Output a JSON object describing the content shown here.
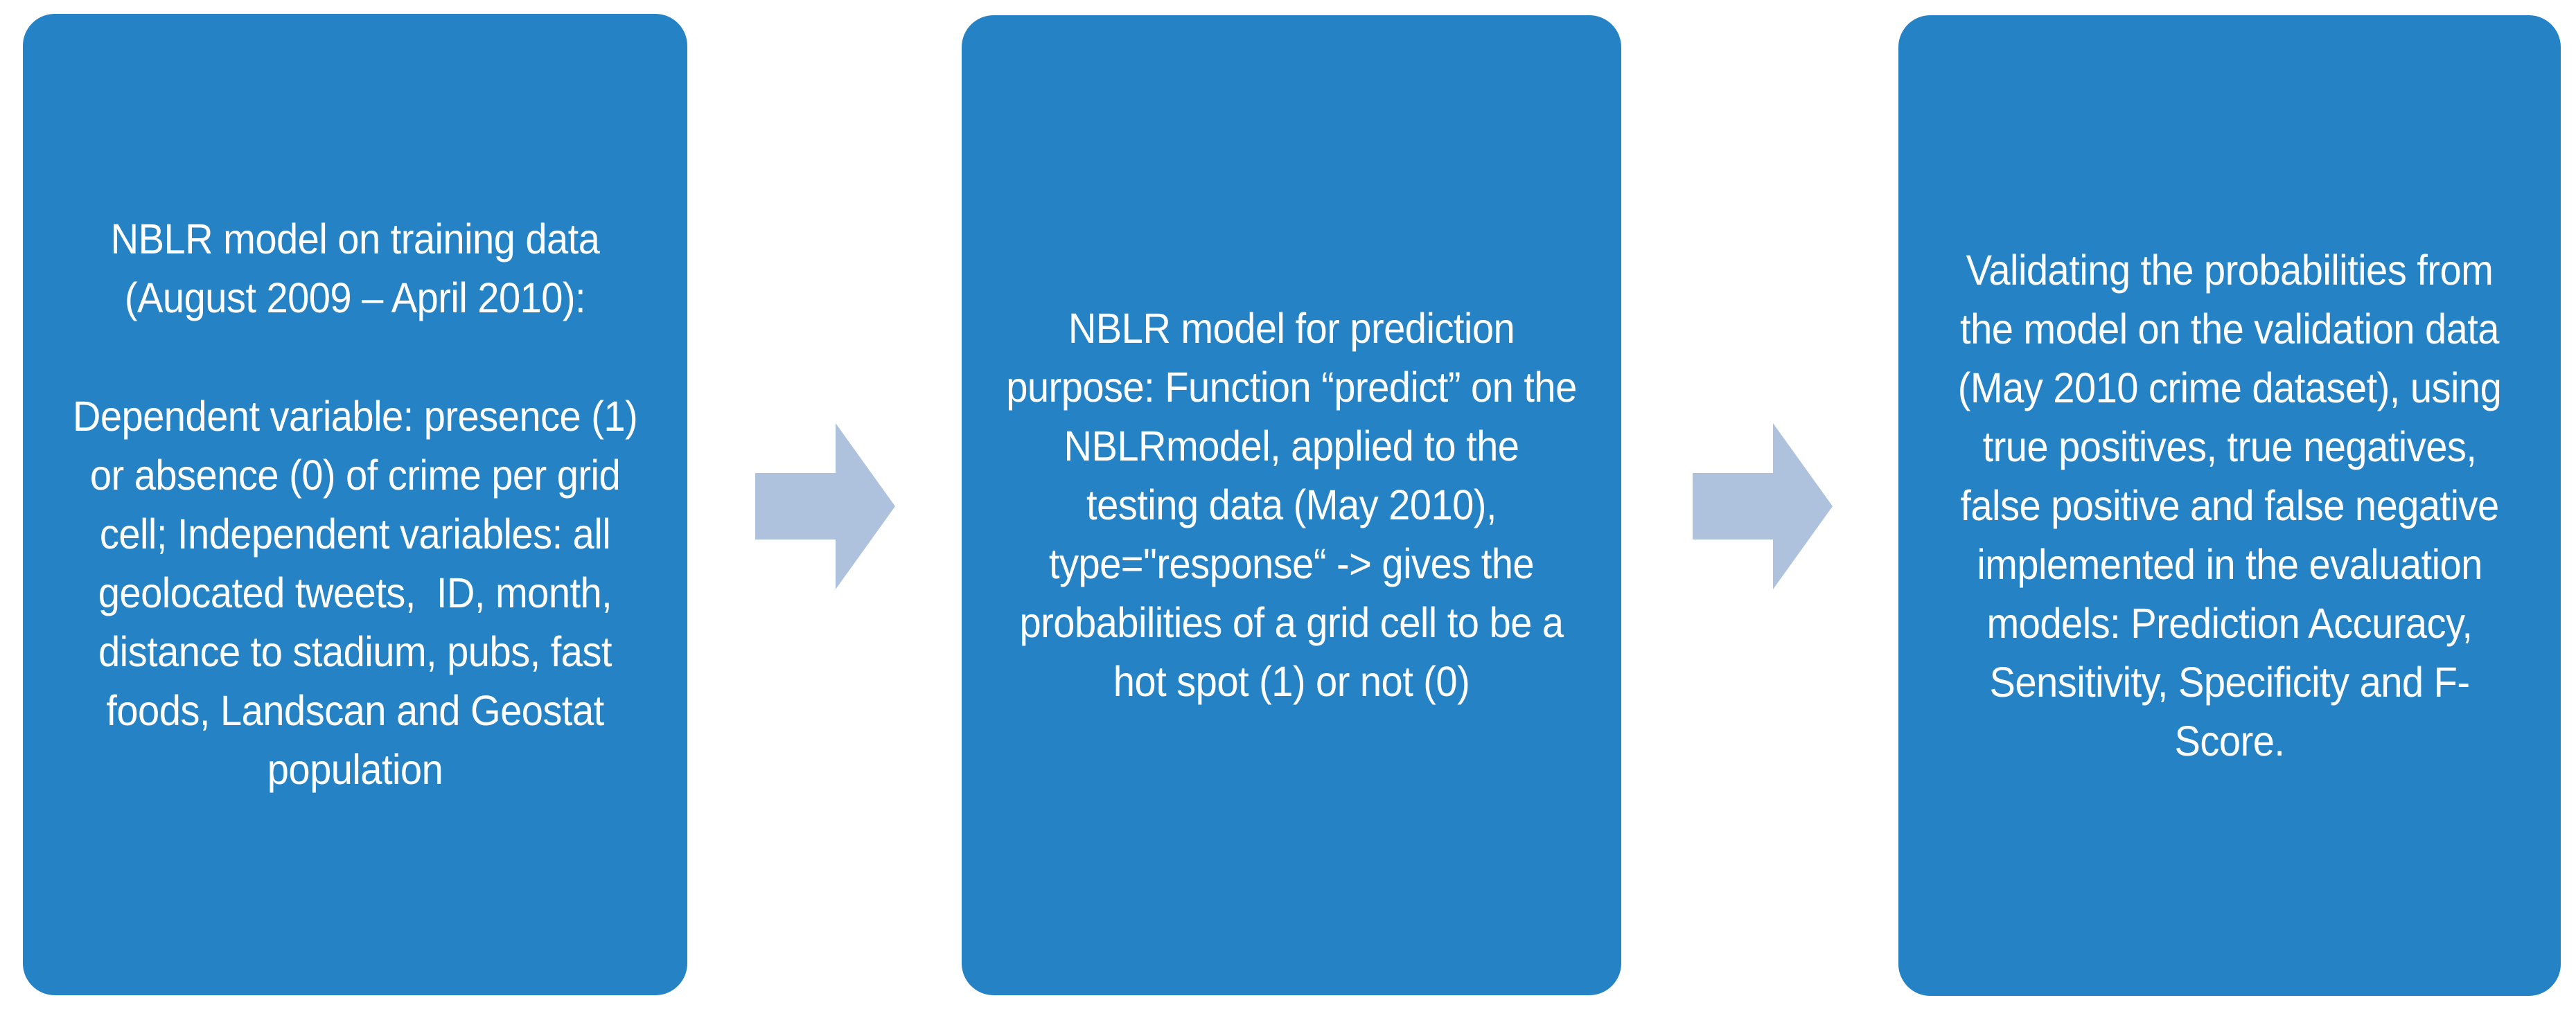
{
  "diagram": {
    "type": "process-flow",
    "orientation": "horizontal",
    "background_color": "#FFFFFF",
    "box_fill_color": "#2582C4",
    "box_text_color": "#FFFFFF",
    "arrow_fill_color": "#AEC2DE",
    "steps": [
      {
        "id": "step-1",
        "name": "training-step",
        "paragraphs": [
          "NBLR model on training data (August 2009 – April 2010):",
          "Dependent variable: presence (1) or absence (0) of crime per grid cell; Independent variables: all geolocated tweets,  ID, month, distance to stadium, pubs, fast foods, Landscan and Geostat population"
        ]
      },
      {
        "id": "step-2",
        "name": "prediction-step",
        "paragraphs": [
          "NBLR model for prediction purpose: Function “predict” on the NBLRmodel, applied to the testing data (May 2010), type=\"response“ -> gives the probabilities of a grid cell to be a hot spot (1) or not (0)"
        ]
      },
      {
        "id": "step-3",
        "name": "validation-step",
        "paragraphs": [
          "Validating the probabilities from the model on the validation data (May 2010 crime dataset), using true positives, true negatives, false positive and false negative implemented in the evaluation models: Prediction Accuracy, Sensitivity, Specificity and F-Score."
        ]
      }
    ],
    "connectors": [
      {
        "id": "arrow-1",
        "name": "arrow-right-icon",
        "from": "step-1",
        "to": "step-2"
      },
      {
        "id": "arrow-2",
        "name": "arrow-right-icon",
        "from": "step-2",
        "to": "step-3"
      }
    ]
  }
}
